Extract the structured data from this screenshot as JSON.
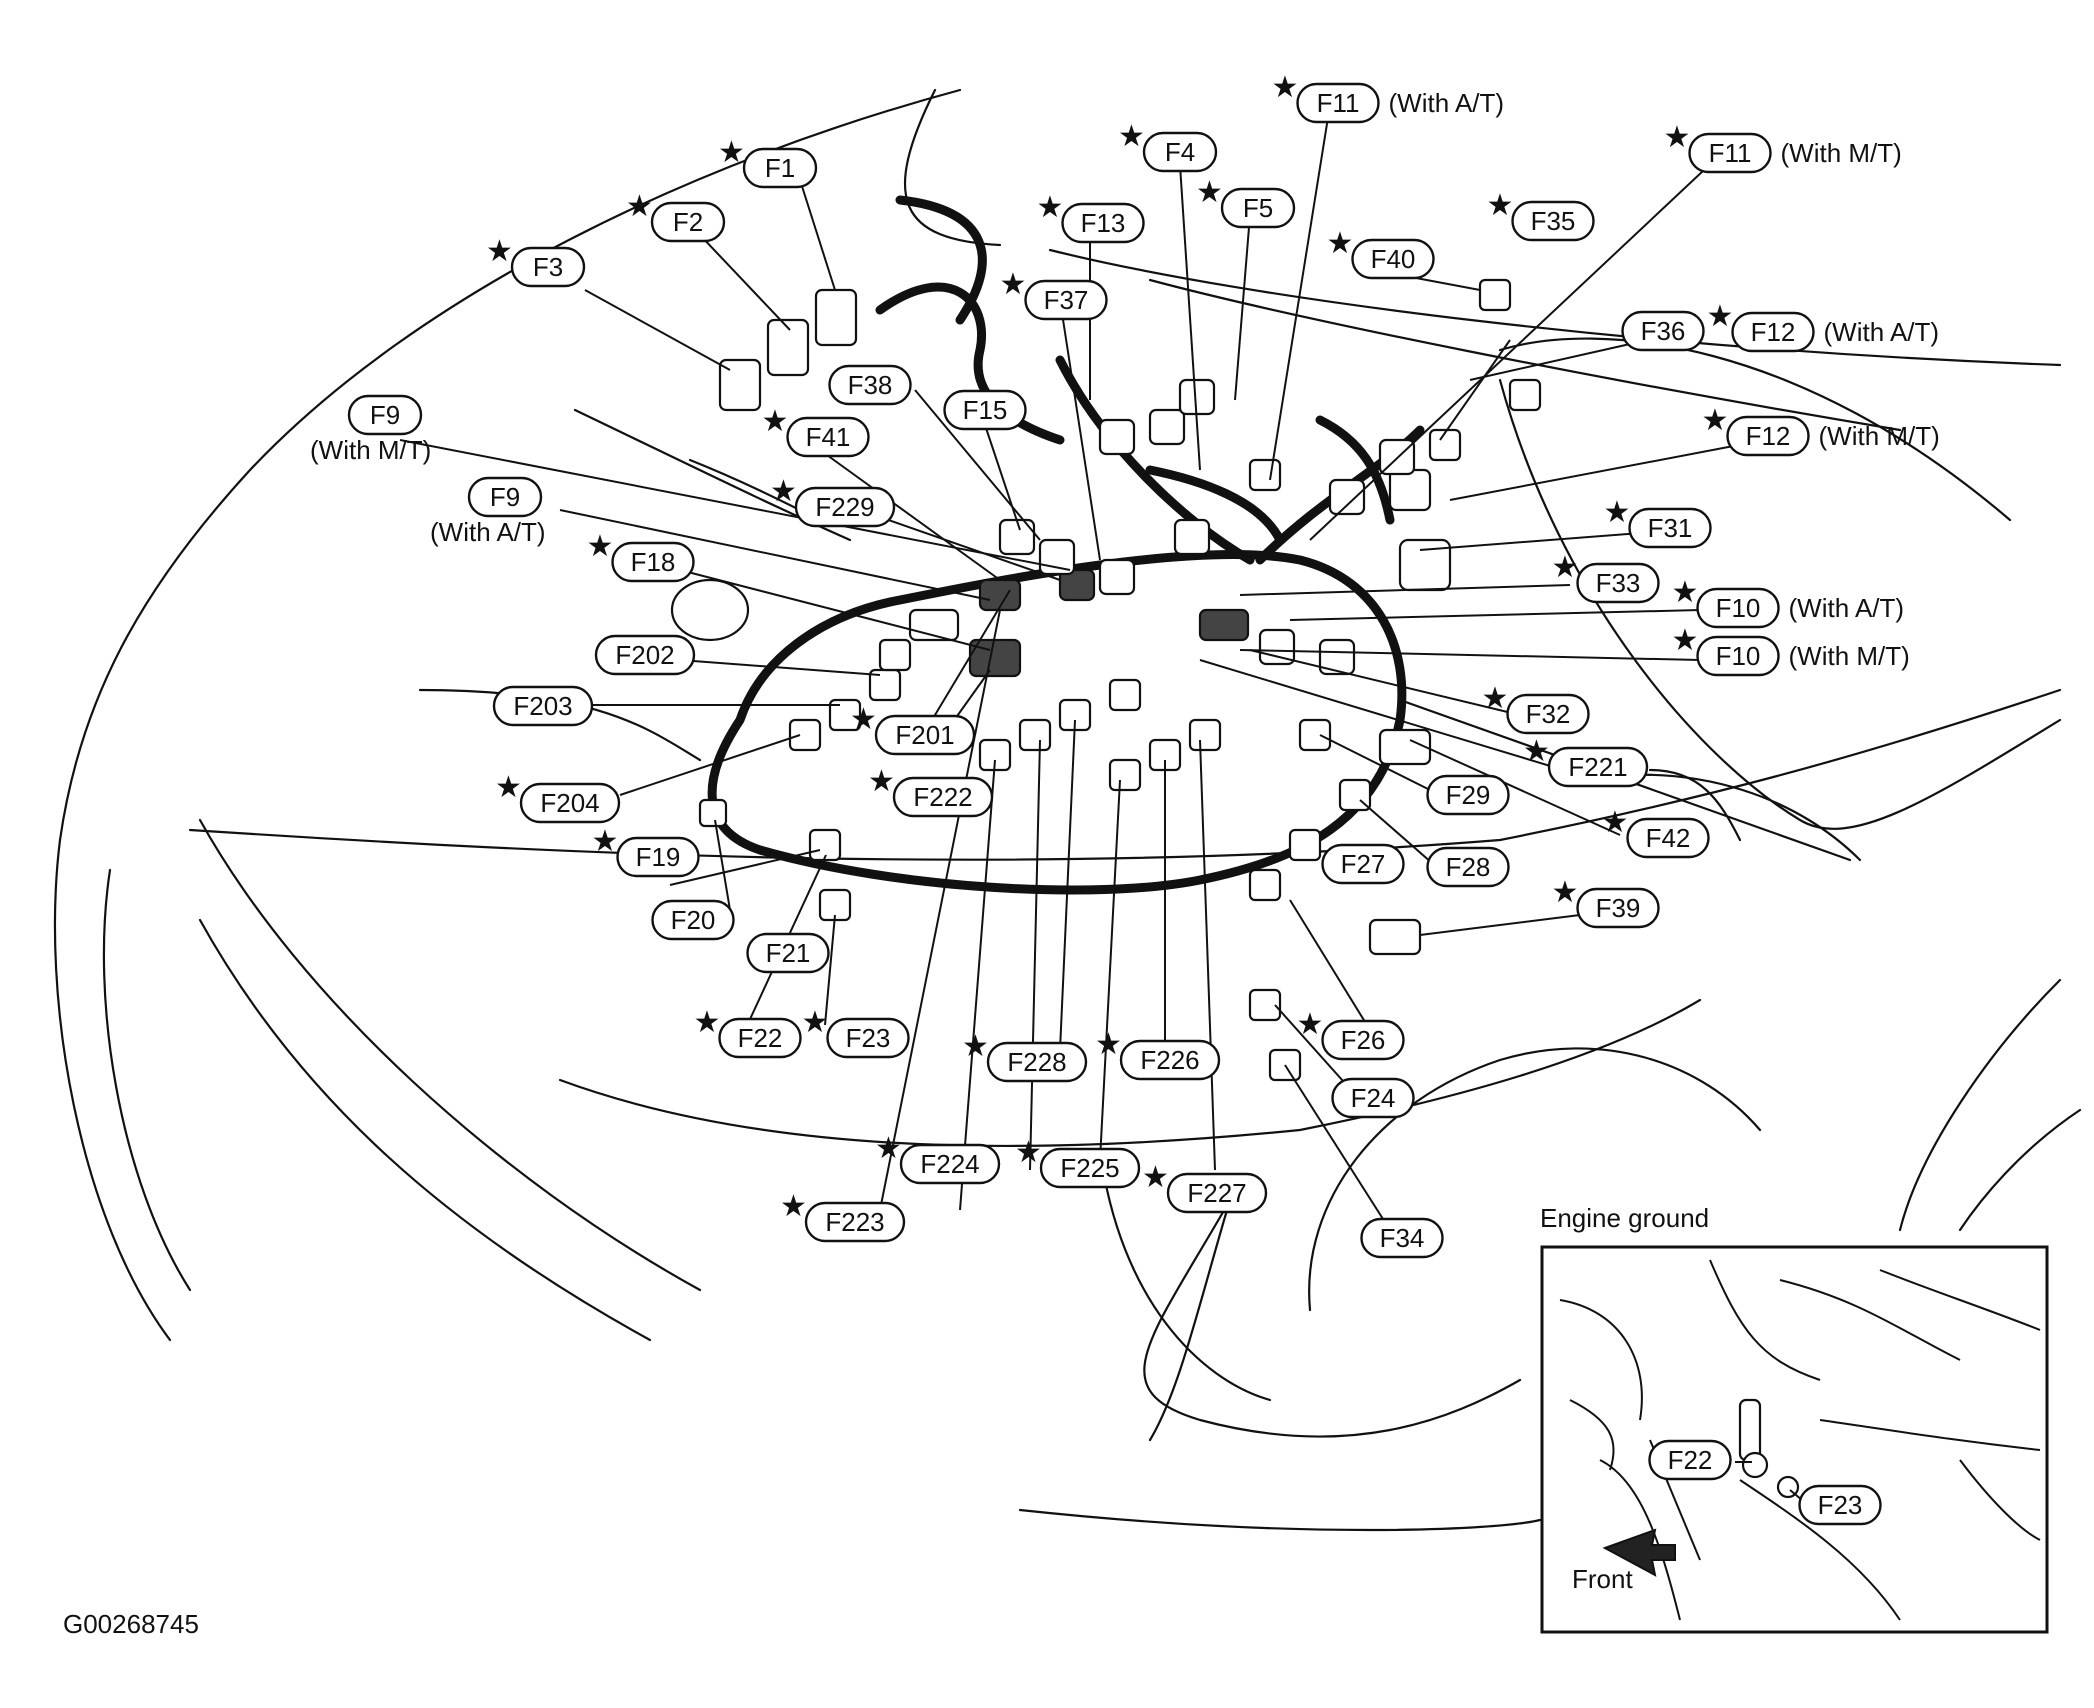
{
  "diagram": {
    "figure_code": "G00268745",
    "labels": [
      {
        "id": "F1",
        "text": "F1",
        "note": "",
        "star": true
      },
      {
        "id": "F2",
        "text": "F2",
        "note": "",
        "star": true
      },
      {
        "id": "F3",
        "text": "F3",
        "note": "",
        "star": true
      },
      {
        "id": "F4",
        "text": "F4",
        "note": "",
        "star": true
      },
      {
        "id": "F5",
        "text": "F5",
        "note": "",
        "star": true
      },
      {
        "id": "F9mt",
        "text": "F9",
        "note": "(With M/T)",
        "star": false
      },
      {
        "id": "F9at",
        "text": "F9",
        "note": "(With A/T)",
        "star": false
      },
      {
        "id": "F10at",
        "text": "F10",
        "note": "(With A/T)",
        "star": true
      },
      {
        "id": "F10mt",
        "text": "F10",
        "note": "(With M/T)",
        "star": true
      },
      {
        "id": "F11at",
        "text": "F11",
        "note": "(With A/T)",
        "star": true
      },
      {
        "id": "F11mt",
        "text": "F11",
        "note": "(With M/T)",
        "star": true
      },
      {
        "id": "F12at",
        "text": "F12",
        "note": "(With A/T)",
        "star": true
      },
      {
        "id": "F12mt",
        "text": "F12",
        "note": "(With M/T)",
        "star": true
      },
      {
        "id": "F13",
        "text": "F13",
        "note": "",
        "star": true
      },
      {
        "id": "F15",
        "text": "F15",
        "note": "",
        "star": false
      },
      {
        "id": "F18",
        "text": "F18",
        "note": "",
        "star": true
      },
      {
        "id": "F19",
        "text": "F19",
        "note": "",
        "star": true
      },
      {
        "id": "F20",
        "text": "F20",
        "note": "",
        "star": false
      },
      {
        "id": "F21",
        "text": "F21",
        "note": "",
        "star": false
      },
      {
        "id": "F22",
        "text": "F22",
        "note": "",
        "star": true
      },
      {
        "id": "F23",
        "text": "F23",
        "note": "",
        "star": true
      },
      {
        "id": "F24",
        "text": "F24",
        "note": "",
        "star": false
      },
      {
        "id": "F26",
        "text": "F26",
        "note": "",
        "star": true
      },
      {
        "id": "F27",
        "text": "F27",
        "note": "",
        "star": false
      },
      {
        "id": "F28",
        "text": "F28",
        "note": "",
        "star": false
      },
      {
        "id": "F29",
        "text": "F29",
        "note": "",
        "star": false
      },
      {
        "id": "F31",
        "text": "F31",
        "note": "",
        "star": true
      },
      {
        "id": "F32",
        "text": "F32",
        "note": "",
        "star": true
      },
      {
        "id": "F33",
        "text": "F33",
        "note": "",
        "star": true
      },
      {
        "id": "F34",
        "text": "F34",
        "note": "",
        "star": false
      },
      {
        "id": "F35",
        "text": "F35",
        "note": "",
        "star": true
      },
      {
        "id": "F36",
        "text": "F36",
        "note": "",
        "star": false
      },
      {
        "id": "F37",
        "text": "F37",
        "note": "",
        "star": true
      },
      {
        "id": "F38",
        "text": "F38",
        "note": "",
        "star": false
      },
      {
        "id": "F39",
        "text": "F39",
        "note": "",
        "star": true
      },
      {
        "id": "F40",
        "text": "F40",
        "note": "",
        "star": true
      },
      {
        "id": "F41",
        "text": "F41",
        "note": "",
        "star": true
      },
      {
        "id": "F42",
        "text": "F42",
        "note": "",
        "star": true
      },
      {
        "id": "F201",
        "text": "F201",
        "note": "",
        "star": true
      },
      {
        "id": "F202",
        "text": "F202",
        "note": "",
        "star": false
      },
      {
        "id": "F203",
        "text": "F203",
        "note": "",
        "star": false
      },
      {
        "id": "F204",
        "text": "F204",
        "note": "",
        "star": true
      },
      {
        "id": "F221",
        "text": "F221",
        "note": "",
        "star": true
      },
      {
        "id": "F222",
        "text": "F222",
        "note": "",
        "star": true
      },
      {
        "id": "F223",
        "text": "F223",
        "note": "",
        "star": true
      },
      {
        "id": "F224",
        "text": "F224",
        "note": "",
        "star": true
      },
      {
        "id": "F225",
        "text": "F225",
        "note": "",
        "star": true
      },
      {
        "id": "F226",
        "text": "F226",
        "note": "",
        "star": true
      },
      {
        "id": "F227",
        "text": "F227",
        "note": "",
        "star": true
      },
      {
        "id": "F228",
        "text": "F228",
        "note": "",
        "star": true
      },
      {
        "id": "F229",
        "text": "F229",
        "note": "",
        "star": true
      }
    ],
    "inset": {
      "title": "Engine ground",
      "labels": [
        {
          "id": "iF22",
          "text": "F22"
        },
        {
          "id": "iF23",
          "text": "F23"
        }
      ],
      "front_label": "Front"
    }
  }
}
